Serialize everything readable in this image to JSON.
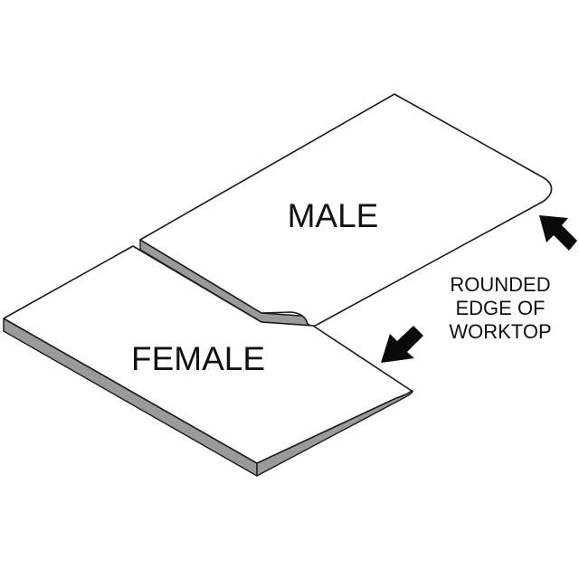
{
  "male_label": "MALE",
  "female_label": "FEMALE",
  "note": {
    "line1": "ROUNDED",
    "line2": "EDGE OF",
    "line3": "WORKTOP"
  },
  "colors": {
    "outline": "#1a1a1a",
    "edge": "#9a9a9a",
    "surface": "#ffffff",
    "arrow": "#0a0a0a"
  }
}
